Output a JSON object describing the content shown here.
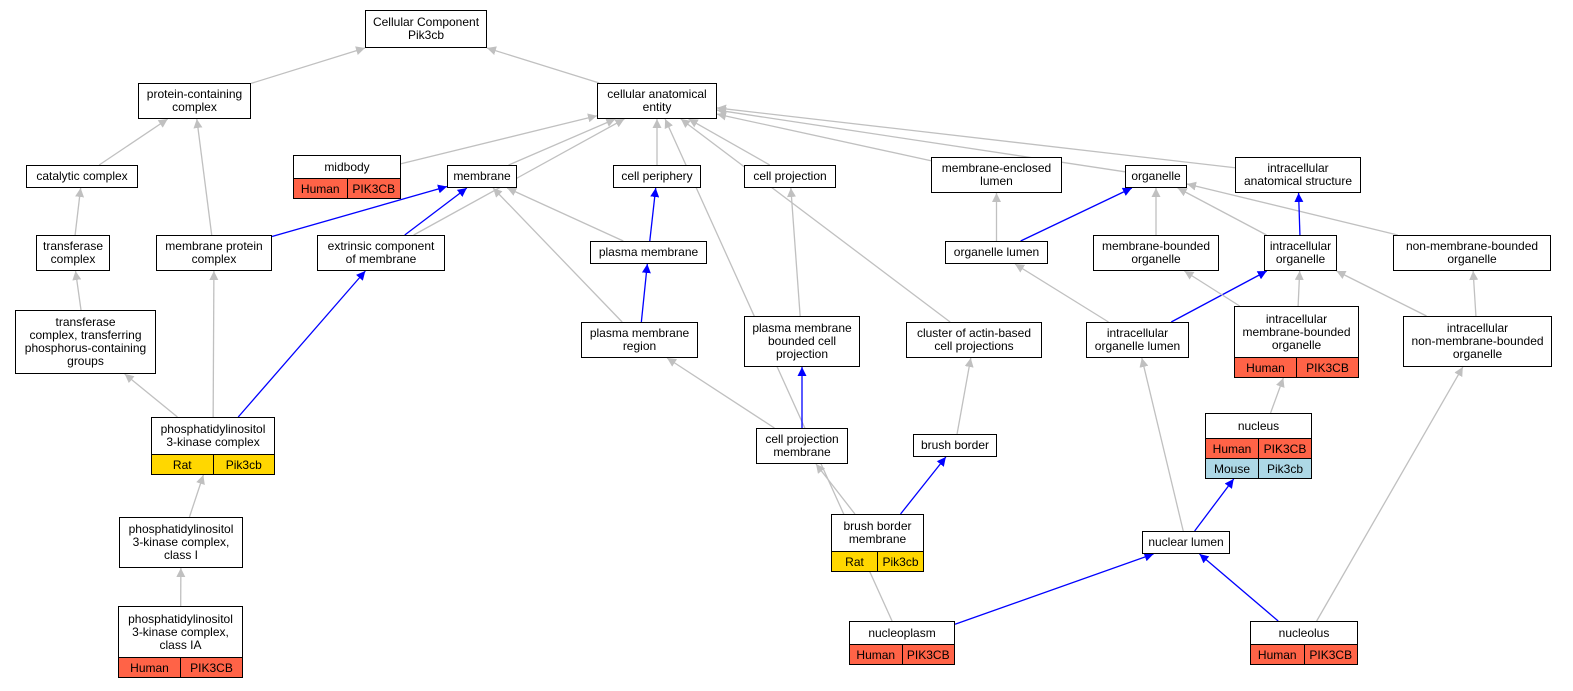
{
  "nodes": [
    {
      "id": "root",
      "lines": [
        "Cellular Component",
        "Pik3cb"
      ]
    },
    {
      "id": "protcontain",
      "lines": [
        "protein-containing",
        "complex"
      ]
    },
    {
      "id": "cae",
      "lines": [
        "cellular anatomical",
        "entity"
      ]
    },
    {
      "id": "catalytic",
      "lines": [
        "catalytic complex"
      ]
    },
    {
      "id": "midbody",
      "lines": [
        "midbody"
      ],
      "annotations": [
        {
          "species": "Human",
          "gene": "PIK3CB"
        }
      ]
    },
    {
      "id": "membrane",
      "lines": [
        "membrane"
      ]
    },
    {
      "id": "periphery",
      "lines": [
        "cell periphery"
      ]
    },
    {
      "id": "cellproj",
      "lines": [
        "cell projection"
      ]
    },
    {
      "id": "memenclosed",
      "lines": [
        "membrane-enclosed",
        "lumen"
      ]
    },
    {
      "id": "organelle",
      "lines": [
        "organelle"
      ]
    },
    {
      "id": "intracell",
      "lines": [
        "intracellular",
        "anatomical structure"
      ]
    },
    {
      "id": "transferase",
      "lines": [
        "transferase",
        "complex"
      ]
    },
    {
      "id": "memprot",
      "lines": [
        "membrane protein",
        "complex"
      ]
    },
    {
      "id": "extrinsic",
      "lines": [
        "extrinsic component",
        "of membrane"
      ]
    },
    {
      "id": "plasmamem",
      "lines": [
        "plasma membrane"
      ]
    },
    {
      "id": "orglumen",
      "lines": [
        "organelle lumen"
      ]
    },
    {
      "id": "membounded",
      "lines": [
        "membrane-bounded",
        "organelle"
      ]
    },
    {
      "id": "intraorg",
      "lines": [
        "intracellular",
        "organelle"
      ]
    },
    {
      "id": "nonmem",
      "lines": [
        "non-membrane-bounded",
        "organelle"
      ]
    },
    {
      "id": "transphos",
      "lines": [
        "transferase",
        "complex, transferring",
        "phosphorus-containing",
        "groups"
      ]
    },
    {
      "id": "pmregion",
      "lines": [
        "plasma membrane",
        "region"
      ]
    },
    {
      "id": "pmbounded",
      "lines": [
        "plasma membrane",
        "bounded cell",
        "projection"
      ]
    },
    {
      "id": "actin",
      "lines": [
        "cluster of actin-based",
        "cell projections"
      ]
    },
    {
      "id": "intraorglumen",
      "lines": [
        "intracellular",
        "organelle lumen"
      ]
    },
    {
      "id": "intramemorg",
      "lines": [
        "intracellular",
        "membrane-bounded",
        "organelle"
      ],
      "annotations": [
        {
          "species": "Human",
          "gene": "PIK3CB"
        }
      ]
    },
    {
      "id": "intranonmem",
      "lines": [
        "intracellular",
        "non-membrane-bounded",
        "organelle"
      ]
    },
    {
      "id": "pi3k",
      "lines": [
        "phosphatidylinositol",
        "3-kinase complex"
      ],
      "annotations": [
        {
          "species": "Rat",
          "gene": "Pik3cb"
        }
      ]
    },
    {
      "id": "cpmem",
      "lines": [
        "cell projection",
        "membrane"
      ]
    },
    {
      "id": "brush",
      "lines": [
        "brush border"
      ]
    },
    {
      "id": "nucleus",
      "lines": [
        "nucleus"
      ],
      "annotations": [
        {
          "species": "Human",
          "gene": "PIK3CB"
        },
        {
          "species": "Mouse",
          "gene": "Pik3cb"
        }
      ]
    },
    {
      "id": "pi3k1",
      "lines": [
        "phosphatidylinositol",
        "3-kinase complex,",
        "class I"
      ]
    },
    {
      "id": "bbmem",
      "lines": [
        "brush border",
        "membrane"
      ],
      "annotations": [
        {
          "species": "Rat",
          "gene": "Pik3cb"
        }
      ]
    },
    {
      "id": "nuclumen",
      "lines": [
        "nuclear lumen"
      ]
    },
    {
      "id": "pi3k1a",
      "lines": [
        "phosphatidylinositol",
        "3-kinase complex,",
        "class IA"
      ],
      "annotations": [
        {
          "species": "Human",
          "gene": "PIK3CB"
        }
      ]
    },
    {
      "id": "nucleoplasm",
      "lines": [
        "nucleoplasm"
      ],
      "annotations": [
        {
          "species": "Human",
          "gene": "PIK3CB"
        }
      ]
    },
    {
      "id": "nucleolus",
      "lines": [
        "nucleolus"
      ],
      "annotations": [
        {
          "species": "Human",
          "gene": "PIK3CB"
        }
      ]
    }
  ],
  "edges": [
    {
      "from": "protcontain",
      "to": "root",
      "kind": "is_a"
    },
    {
      "from": "cae",
      "to": "root",
      "kind": "is_a"
    },
    {
      "from": "catalytic",
      "to": "protcontain",
      "kind": "is_a"
    },
    {
      "from": "memprot",
      "to": "protcontain",
      "kind": "is_a"
    },
    {
      "from": "transferase",
      "to": "catalytic",
      "kind": "is_a"
    },
    {
      "from": "transphos",
      "to": "transferase",
      "kind": "is_a"
    },
    {
      "from": "pi3k",
      "to": "transphos",
      "kind": "is_a"
    },
    {
      "from": "pi3k",
      "to": "memprot",
      "kind": "is_a"
    },
    {
      "from": "pi3k",
      "to": "extrinsic",
      "kind": "part_of"
    },
    {
      "from": "pi3k1",
      "to": "pi3k",
      "kind": "is_a"
    },
    {
      "from": "pi3k1a",
      "to": "pi3k1",
      "kind": "is_a"
    },
    {
      "from": "midbody",
      "to": "cae",
      "kind": "is_a"
    },
    {
      "from": "membrane",
      "to": "cae",
      "kind": "is_a"
    },
    {
      "from": "periphery",
      "to": "cae",
      "kind": "is_a"
    },
    {
      "from": "cellproj",
      "to": "cae",
      "kind": "is_a"
    },
    {
      "from": "memenclosed",
      "to": "cae",
      "kind": "is_a"
    },
    {
      "from": "organelle",
      "to": "cae",
      "kind": "is_a"
    },
    {
      "from": "intracell",
      "to": "cae",
      "kind": "is_a"
    },
    {
      "from": "extrinsic",
      "to": "cae",
      "kind": "is_a"
    },
    {
      "from": "actin",
      "to": "cae",
      "kind": "is_a"
    },
    {
      "from": "nucleoplasm",
      "to": "cae",
      "kind": "is_a"
    },
    {
      "from": "memprot",
      "to": "membrane",
      "kind": "part_of"
    },
    {
      "from": "extrinsic",
      "to": "membrane",
      "kind": "part_of"
    },
    {
      "from": "plasmamem",
      "to": "membrane",
      "kind": "is_a"
    },
    {
      "from": "pmregion",
      "to": "membrane",
      "kind": "is_a"
    },
    {
      "from": "plasmamem",
      "to": "periphery",
      "kind": "part_of"
    },
    {
      "from": "pmregion",
      "to": "plasmamem",
      "kind": "part_of"
    },
    {
      "from": "pmbounded",
      "to": "cellproj",
      "kind": "is_a"
    },
    {
      "from": "cpmem",
      "to": "pmregion",
      "kind": "is_a"
    },
    {
      "from": "cpmem",
      "to": "pmbounded",
      "kind": "part_of"
    },
    {
      "from": "bbmem",
      "to": "cpmem",
      "kind": "is_a"
    },
    {
      "from": "bbmem",
      "to": "brush",
      "kind": "part_of"
    },
    {
      "from": "brush",
      "to": "actin",
      "kind": "is_a"
    },
    {
      "from": "orglumen",
      "to": "memenclosed",
      "kind": "is_a"
    },
    {
      "from": "orglumen",
      "to": "organelle",
      "kind": "part_of"
    },
    {
      "from": "membounded",
      "to": "organelle",
      "kind": "is_a"
    },
    {
      "from": "intraorg",
      "to": "organelle",
      "kind": "is_a"
    },
    {
      "from": "nonmem",
      "to": "organelle",
      "kind": "is_a"
    },
    {
      "from": "intraorg",
      "to": "intracell",
      "kind": "part_of"
    },
    {
      "from": "intraorglumen",
      "to": "orglumen",
      "kind": "is_a"
    },
    {
      "from": "intraorglumen",
      "to": "intraorg",
      "kind": "part_of"
    },
    {
      "from": "intramemorg",
      "to": "membounded",
      "kind": "is_a"
    },
    {
      "from": "intramemorg",
      "to": "intraorg",
      "kind": "is_a"
    },
    {
      "from": "intranonmem",
      "to": "intraorg",
      "kind": "is_a"
    },
    {
      "from": "intranonmem",
      "to": "nonmem",
      "kind": "is_a"
    },
    {
      "from": "nucleus",
      "to": "intramemorg",
      "kind": "is_a"
    },
    {
      "from": "nuclumen",
      "to": "intraorglumen",
      "kind": "is_a"
    },
    {
      "from": "nuclumen",
      "to": "nucleus",
      "kind": "part_of"
    },
    {
      "from": "nucleoplasm",
      "to": "nuclumen",
      "kind": "part_of"
    },
    {
      "from": "nucleolus",
      "to": "nuclumen",
      "kind": "part_of"
    },
    {
      "from": "nucleolus",
      "to": "intranonmem",
      "kind": "is_a"
    }
  ],
  "colors": {
    "is_a_edge": "#c0c0c0",
    "part_of_edge": "#0000ff",
    "Human": "#ff6347",
    "Rat": "#ffd700",
    "Mouse": "#add8e6"
  }
}
